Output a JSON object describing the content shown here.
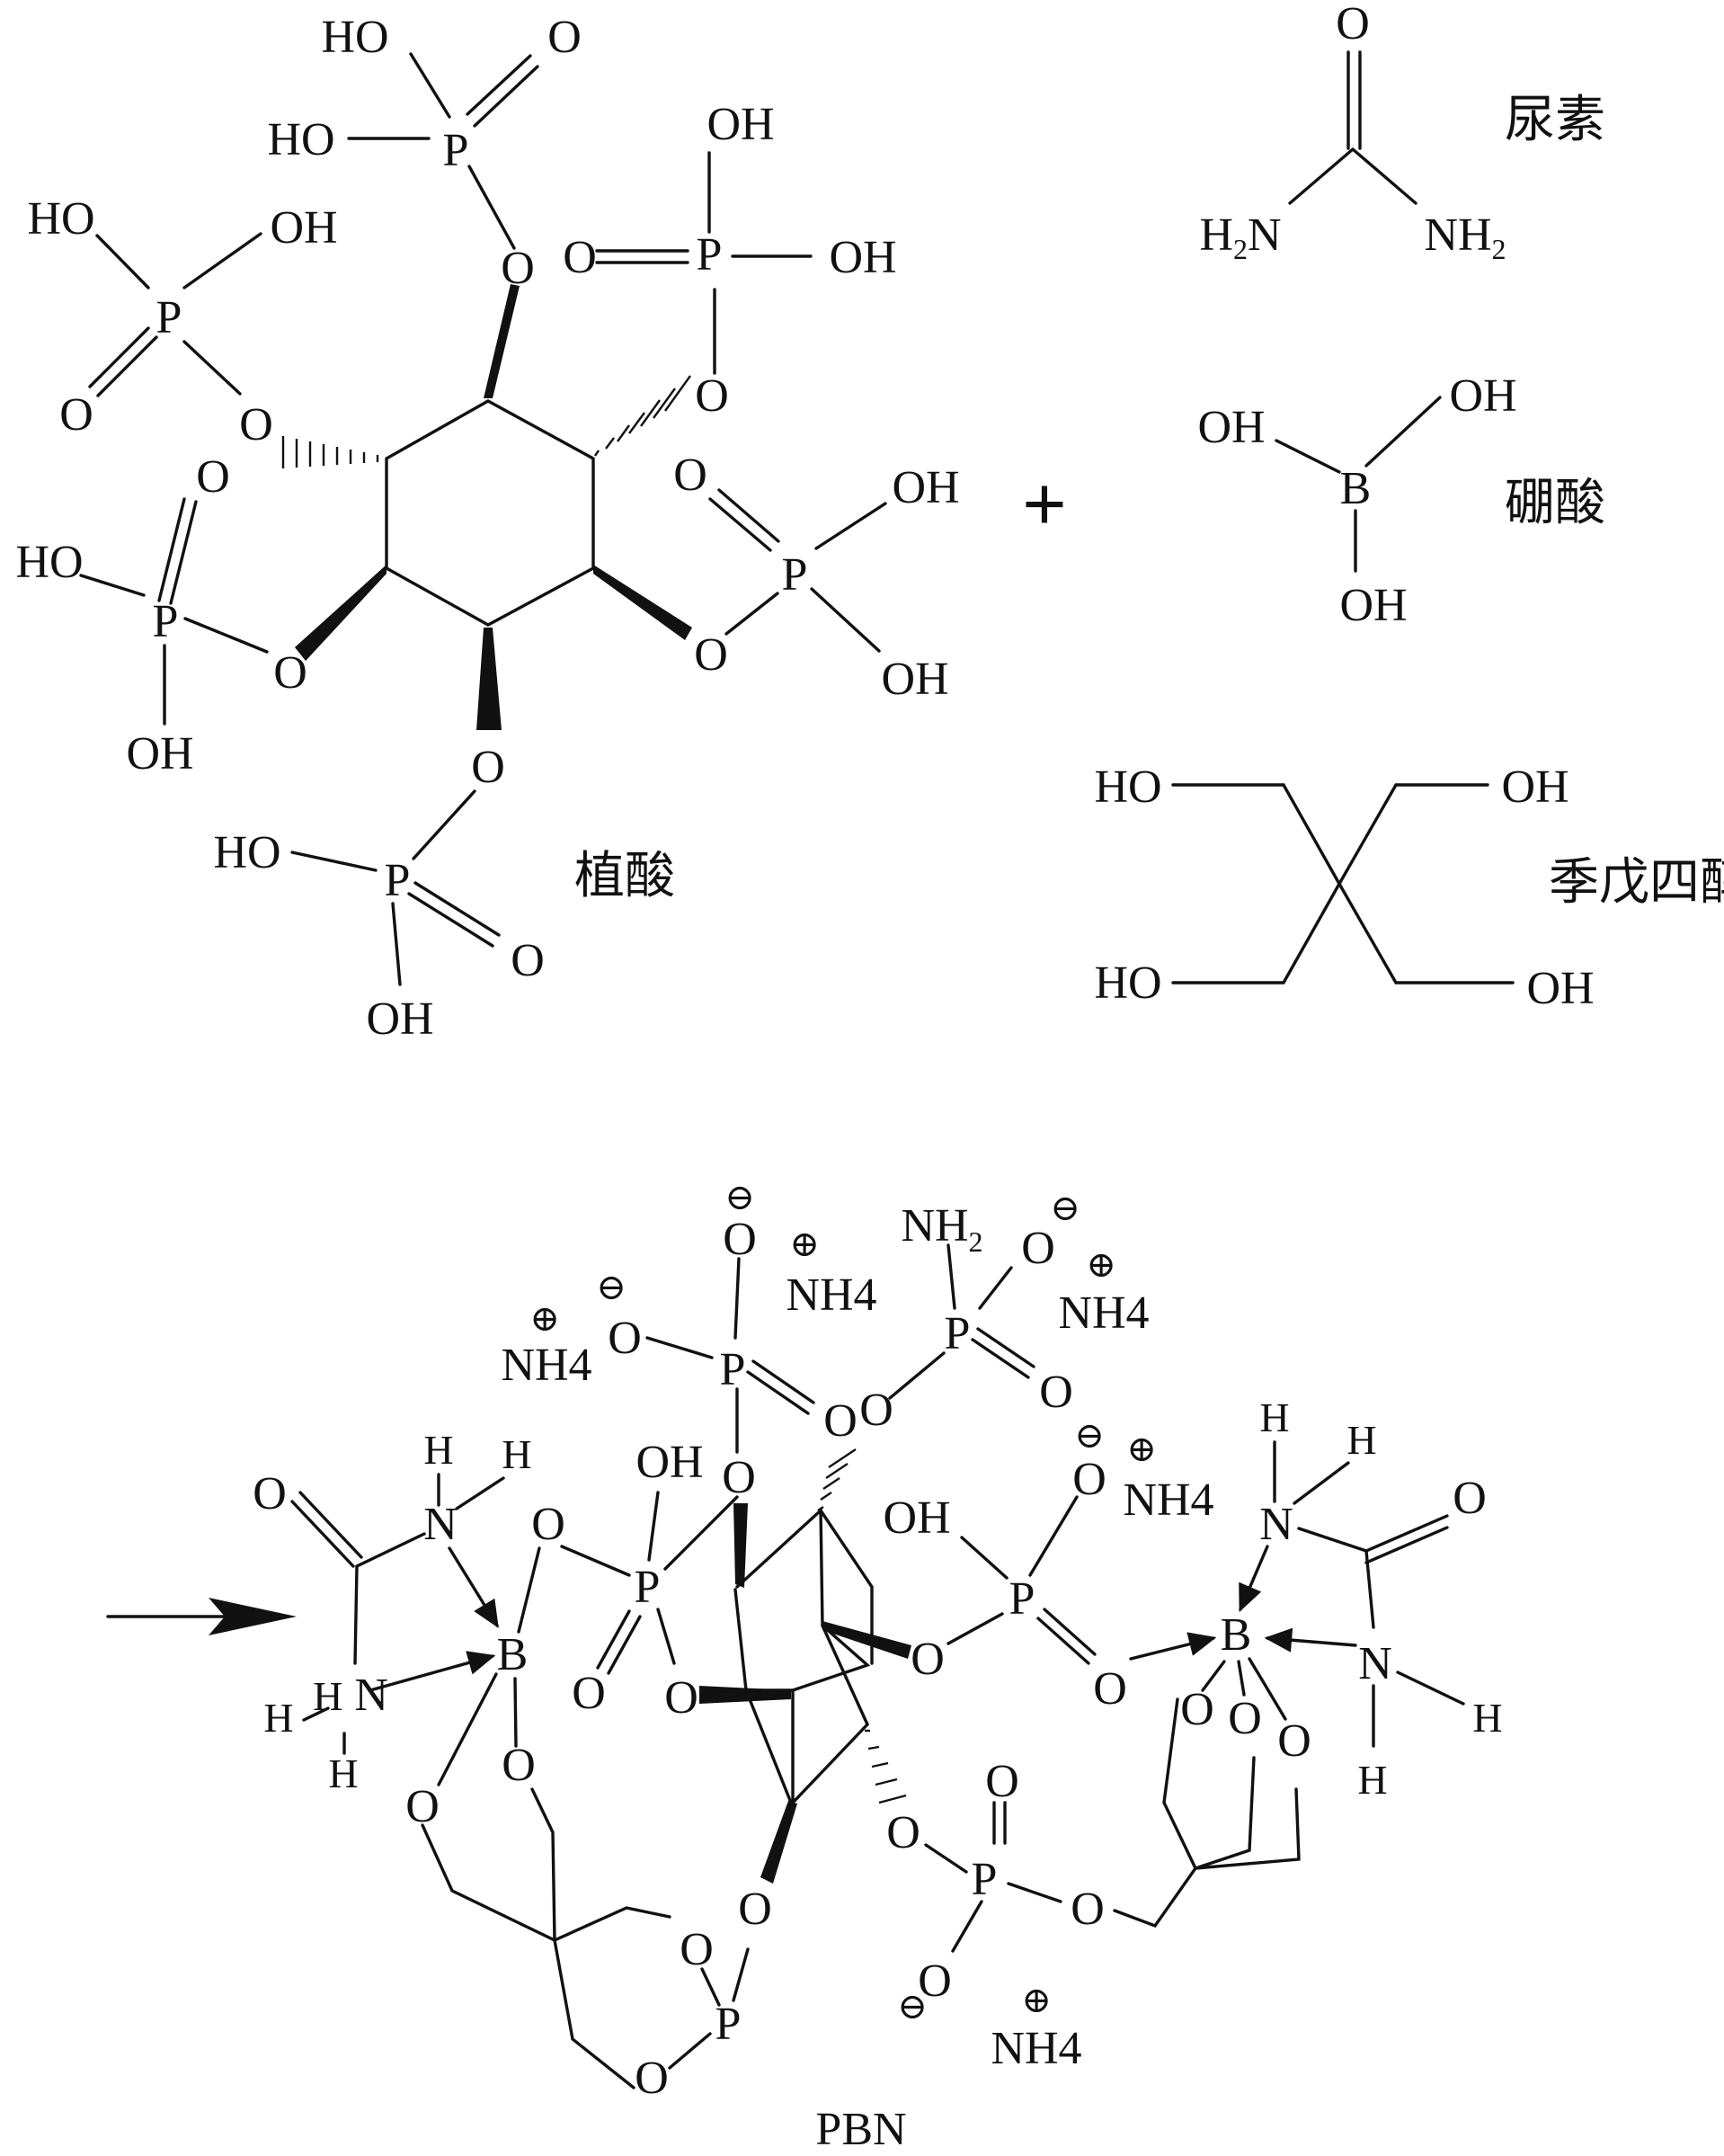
{
  "reactants": {
    "phytic_acid": {
      "name": "植酸"
    },
    "urea": {
      "name": "尿素"
    },
    "boric_acid": {
      "name": "硼酸"
    },
    "pentaerythritol": {
      "name": "季戊四醇"
    }
  },
  "plus_sign": "+",
  "product": {
    "name": "PBN"
  },
  "labels": {
    "HO": "HO",
    "OH": "OH",
    "O": "O",
    "P": "P",
    "B": "B",
    "N": "N",
    "H": "H",
    "NH": "NH",
    "NH4": "NH4",
    "plus": "+",
    "minus": "−",
    "sub2": "2",
    "H2N_H": "H",
    "H2N_N": "N"
  }
}
